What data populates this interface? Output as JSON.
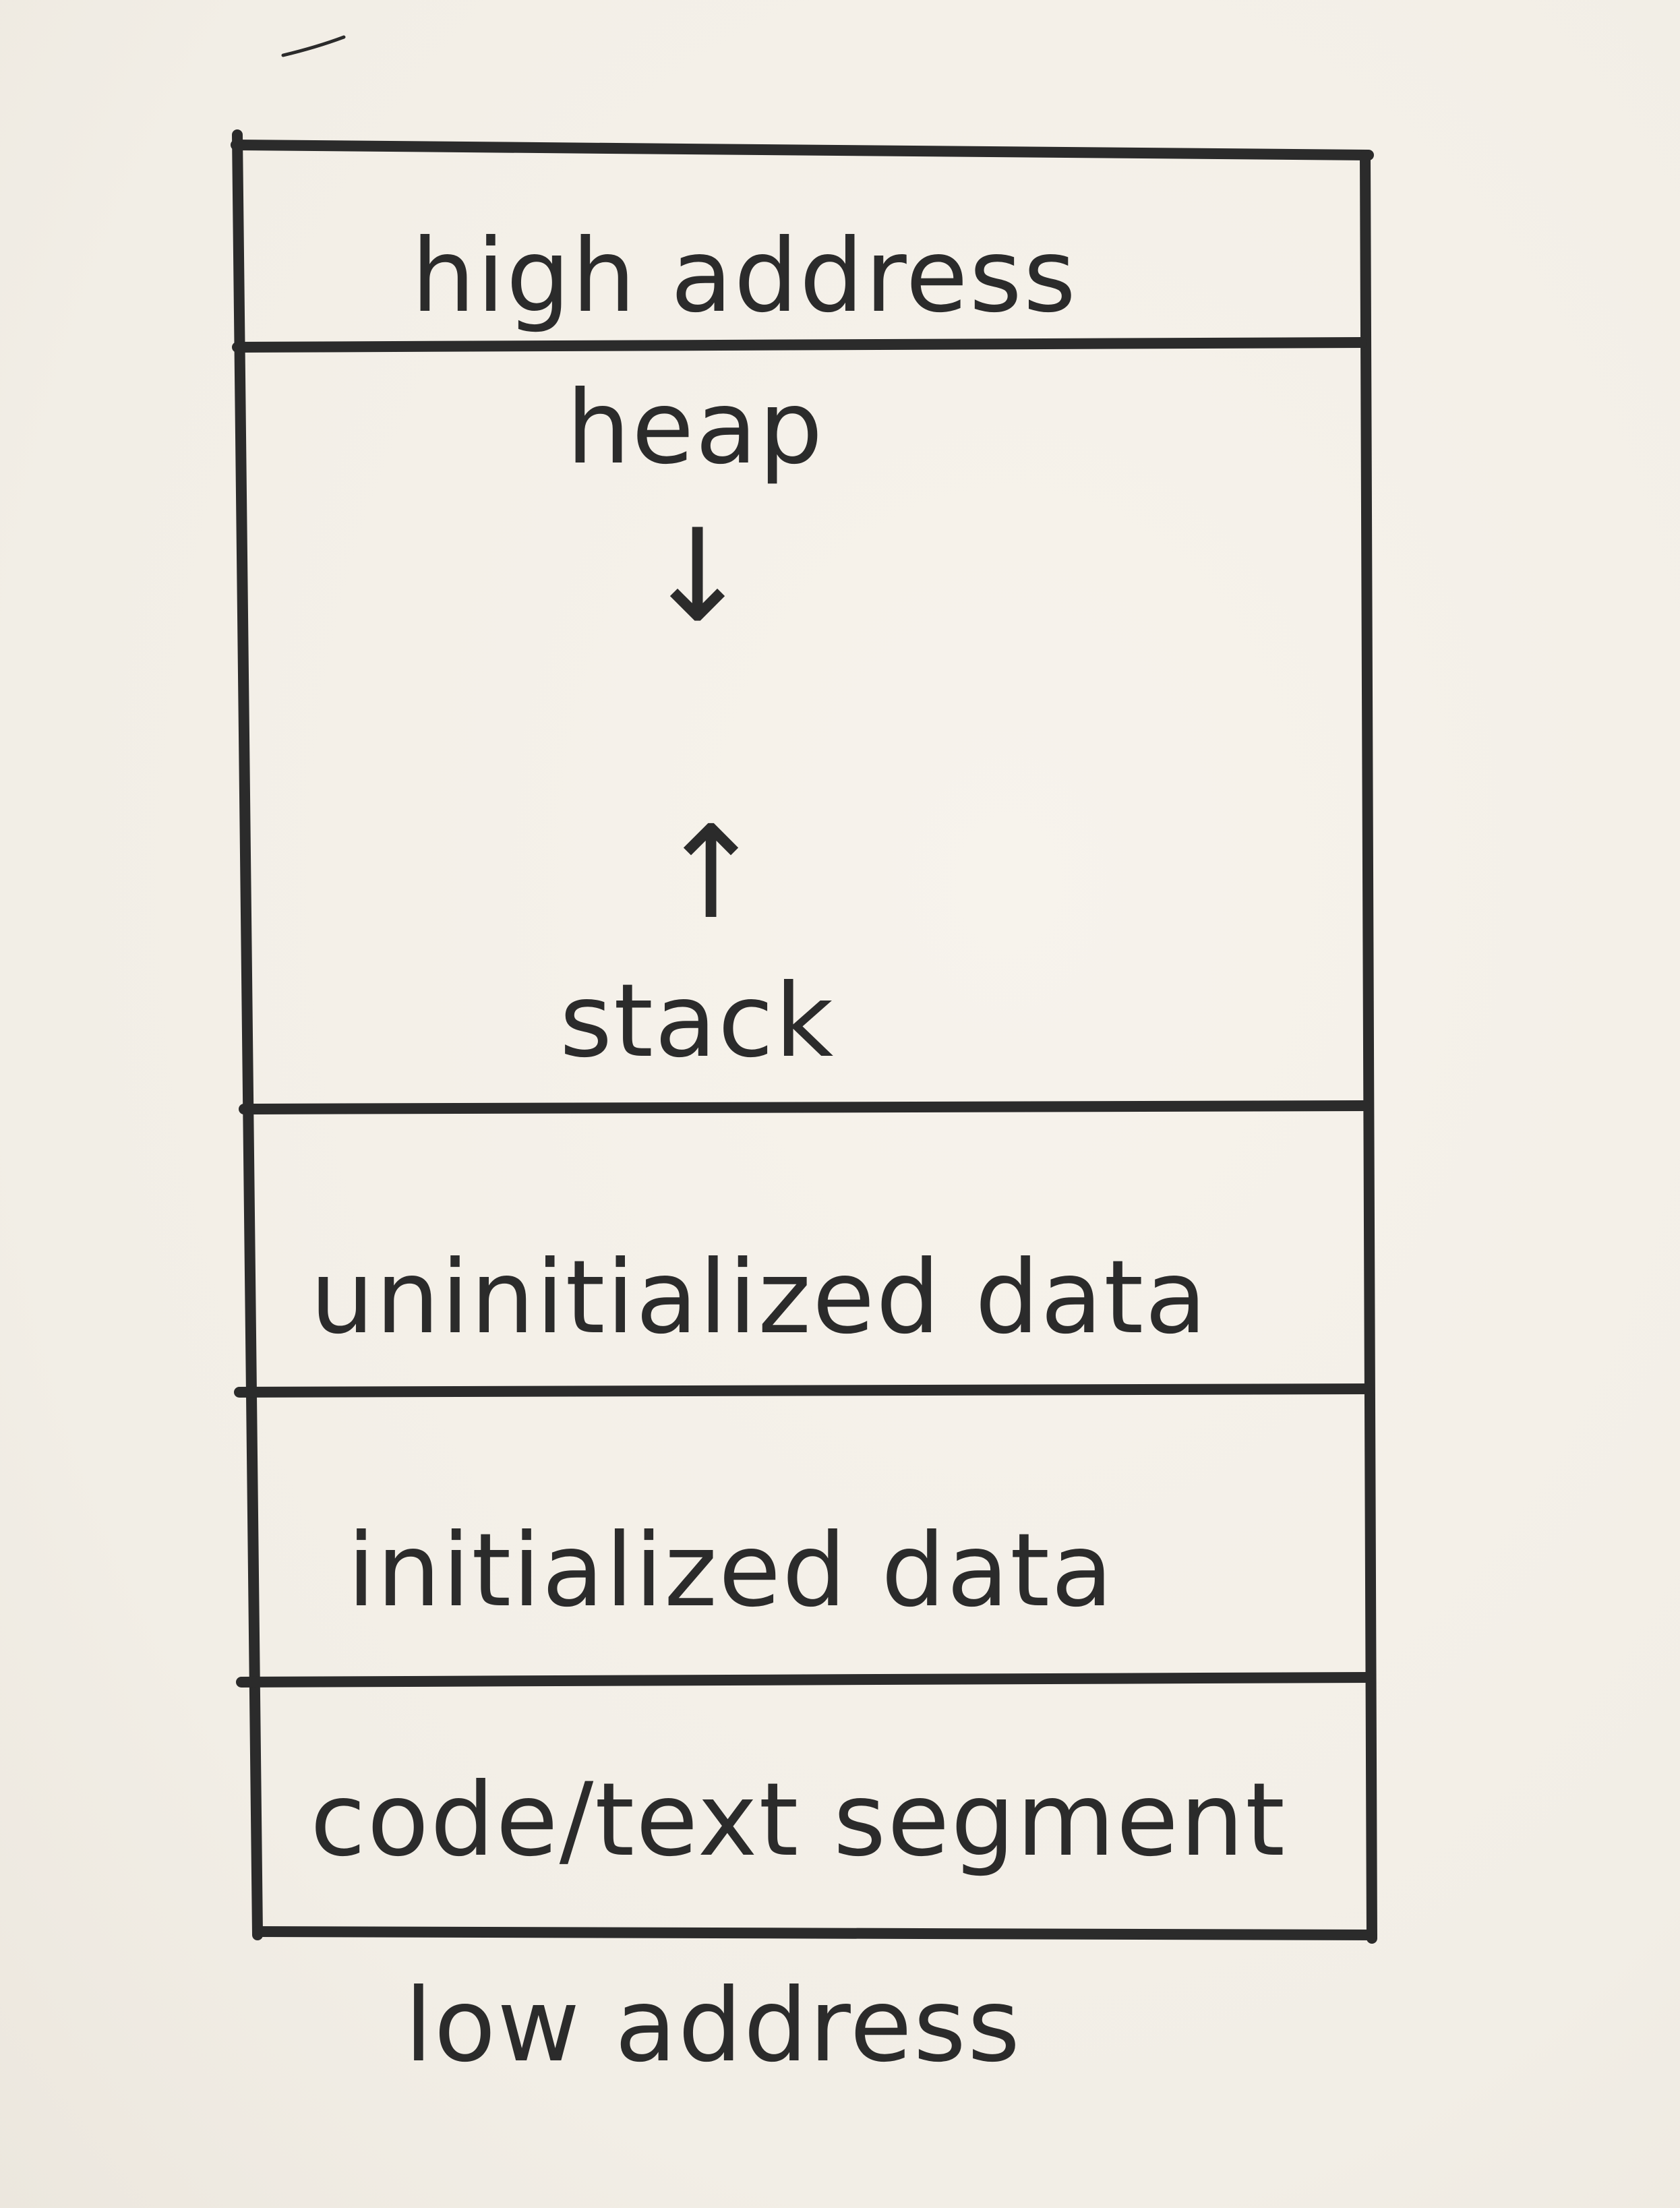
{
  "diagram": {
    "type": "memory-layout",
    "labels": {
      "high_address": "high address",
      "heap": "heap",
      "stack": "stack",
      "uninitialized_data": "uninitialized data",
      "initialized_data": "initialized data",
      "code_text_segment": "code/text segment",
      "low_address": "low address"
    },
    "arrows": {
      "heap_direction": "↓",
      "stack_direction": "↑"
    },
    "colors": {
      "ink": "#2b2b2b",
      "paper": "#f4f0e8"
    }
  }
}
